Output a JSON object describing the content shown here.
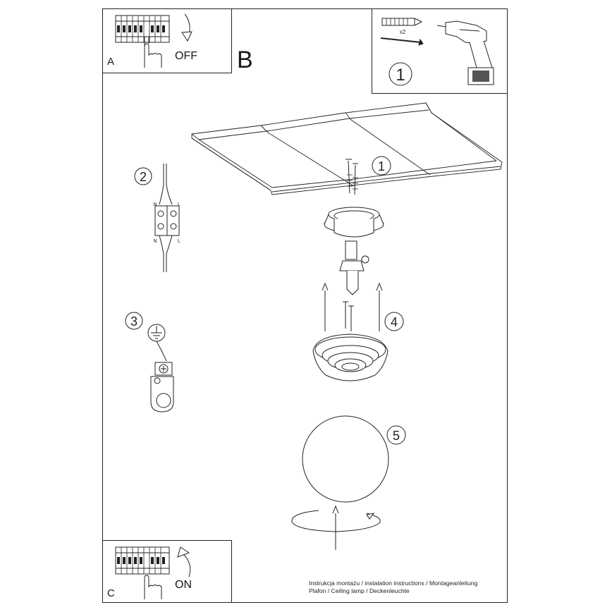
{
  "panel_a": {
    "letter": "A",
    "action": "OFF"
  },
  "panel_b": {
    "letter": "B"
  },
  "panel_c": {
    "letter": "C",
    "action": "ON"
  },
  "tools": {
    "step": "1",
    "quantity": "x2"
  },
  "steps": {
    "drill": "1",
    "wiring": "2",
    "ground": "3",
    "mount": "4",
    "shade": "5"
  },
  "connector": {
    "neutral": "N",
    "live": "L"
  },
  "footer": {
    "line1": "Instrukcja montażu / instalation instructions / Montageanleitung",
    "line2": "Plafon / Ceiling lamp / Deckenleuchte"
  }
}
